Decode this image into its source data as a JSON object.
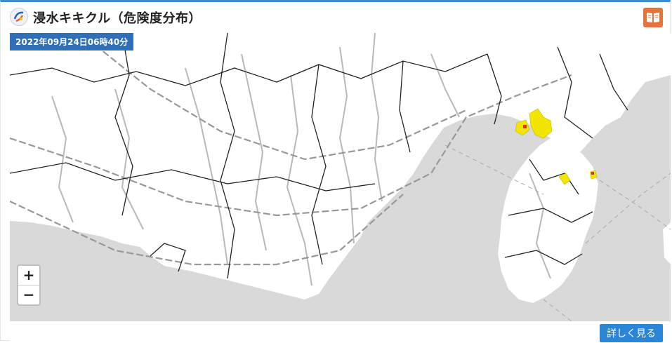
{
  "header": {
    "title": "浸水キキクル（危険度分布）",
    "logo_icon": "kikikuru-logo-icon",
    "guide_icon": "book-icon"
  },
  "map": {
    "timestamp": "2022年09月24日06時40分",
    "zoom_in_label": "+",
    "zoom_out_label": "−",
    "colors": {
      "land": "#ffffff",
      "sea": "#d9d9d9",
      "boundary": "#222222",
      "river": "#b9b9b9",
      "road": "#999999",
      "warning_yellow": "#f2e600",
      "warning_red": "#e0322c"
    }
  },
  "footer": {
    "detail_button_label": "詳しく見る"
  },
  "colors": {
    "accent": "#3a8fd8",
    "timestamp_bg": "#2f6fb7",
    "detail_button_bg": "#2b85d6",
    "guide_button_bg": "#e8733a"
  }
}
